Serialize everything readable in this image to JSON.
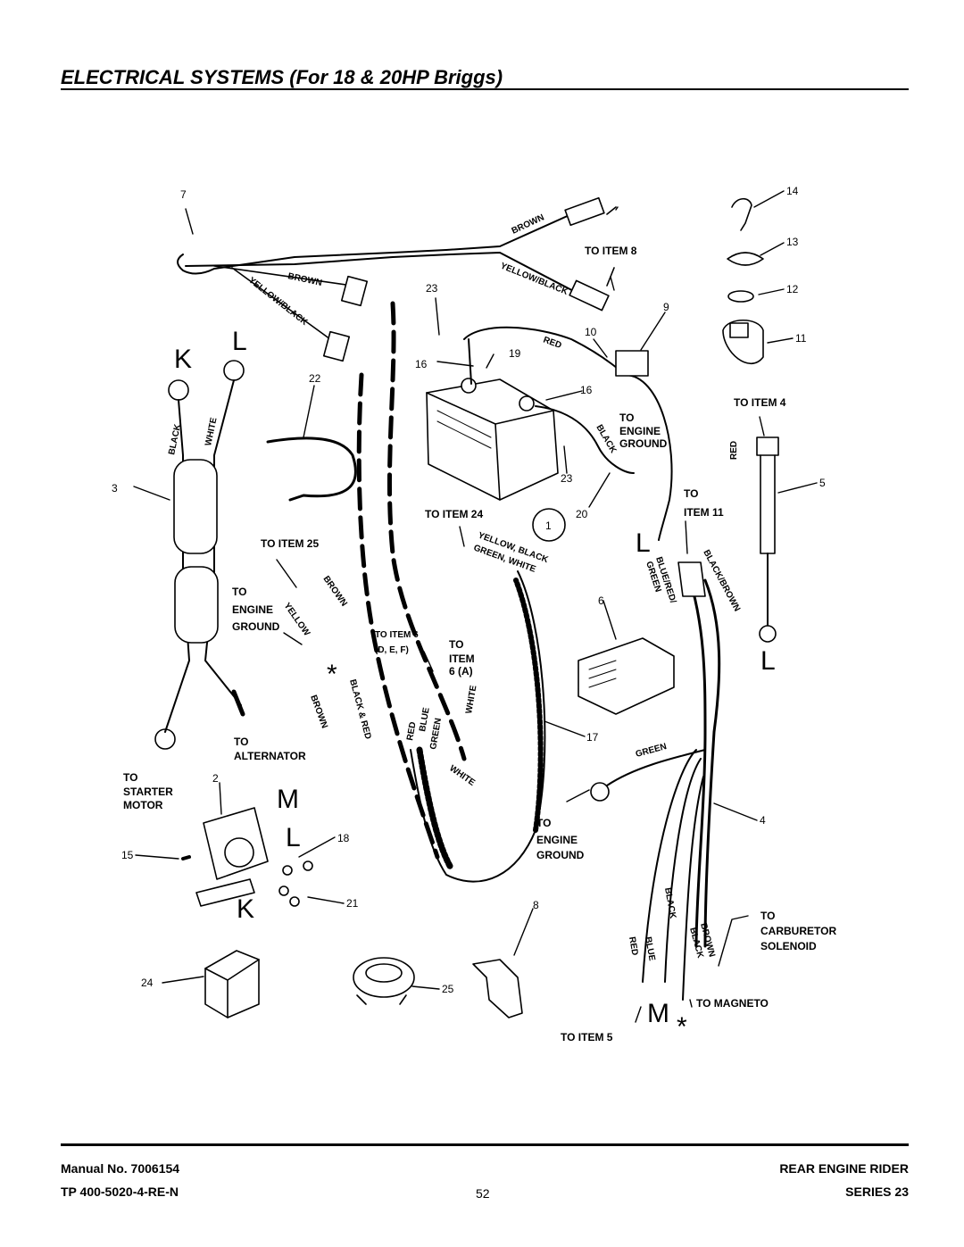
{
  "page": {
    "title": "ELECTRICAL SYSTEMS (For 18 & 20HP Briggs)"
  },
  "footer": {
    "manual_label": "Manual No.  7006154",
    "tp_label": "TP 400-5020-4-RE-N",
    "page_number": "52",
    "product": "REAR ENGINE RIDER",
    "series": "SERIES 23"
  },
  "callouts": {
    "n7": "7",
    "n23a": "23",
    "n22": "22",
    "n3": "3",
    "n19": "19",
    "n16a": "16",
    "n16b": "16",
    "n23b": "23",
    "n20": "20",
    "n1": "1",
    "n10": "10",
    "n9": "9",
    "n14": "14",
    "n13": "13",
    "n12": "12",
    "n11": "11",
    "n5": "5",
    "n6": "6",
    "n17": "17",
    "n4": "4",
    "n2": "2",
    "n15": "15",
    "n18": "18",
    "n21": "21",
    "n8": "8",
    "n24": "24",
    "n25": "25"
  },
  "letters": {
    "k1": "K",
    "l1": "L",
    "l2": "L",
    "l3": "L",
    "m1": "M",
    "l4": "L",
    "k2": "K",
    "m2": "M",
    "star1": "*",
    "star2": "*"
  },
  "labels": {
    "to_item_8": "TO ITEM 8",
    "to_item_4": "TO ITEM 4",
    "to_engine_ground_1": [
      "TO",
      "ENGINE",
      "GROUND"
    ],
    "to_item_24": "TO ITEM 24",
    "to_item_11": [
      "TO",
      "ITEM 11"
    ],
    "to_item_25": "TO ITEM 25",
    "to_engine_ground_2": [
      "TO",
      "ENGINE",
      "GROUND"
    ],
    "to_item_6_def": [
      "TO ITEM 6",
      "(D, E, F)"
    ],
    "to_item_6a": [
      "TO",
      "ITEM",
      "6 (A)"
    ],
    "to_alternator": [
      "TO",
      "ALTERNATOR"
    ],
    "to_starter_motor": [
      "TO",
      "STARTER",
      "MOTOR"
    ],
    "to_engine_ground_3": [
      "TO",
      "ENGINE",
      "GROUND"
    ],
    "to_carburetor_solenoid": [
      "TO",
      "CARBURETOR",
      "SOLENOID"
    ],
    "to_magneto": "TO MAGNETO",
    "to_item_5": "TO ITEM 5"
  },
  "wire_colors": {
    "brown_1": "BROWN",
    "yellow_black_1": "YELLOW/BLACK",
    "brown_2": "BROWN",
    "yellow_black_2": "YELLOW/BLACK",
    "black_1": "BLACK",
    "white_1": "WHITE",
    "red_1": "RED",
    "black_2": "BLACK",
    "yellow_black_green_white": [
      "YELLOW, BLACK",
      "GREEN, WHITE"
    ],
    "brown_3": "BROWN",
    "yellow_3": "YELLOW",
    "brown_4": "BROWN",
    "black_red": "BLACK & RED",
    "red_2": "RED",
    "blue_1": "BLUE",
    "green_1": "GREEN",
    "white_2": "WHITE",
    "white_3": "WHITE",
    "red_3": "RED",
    "blue_red_green": [
      "BLUE/RED/",
      "GREEN"
    ],
    "black_brown": "BLACK/BROWN",
    "green_2": "GREEN",
    "black_3": "BLACK",
    "brown_5": "BROWN",
    "black_4": "BLACK",
    "red_4": "RED",
    "blue_2": "BLUE"
  }
}
